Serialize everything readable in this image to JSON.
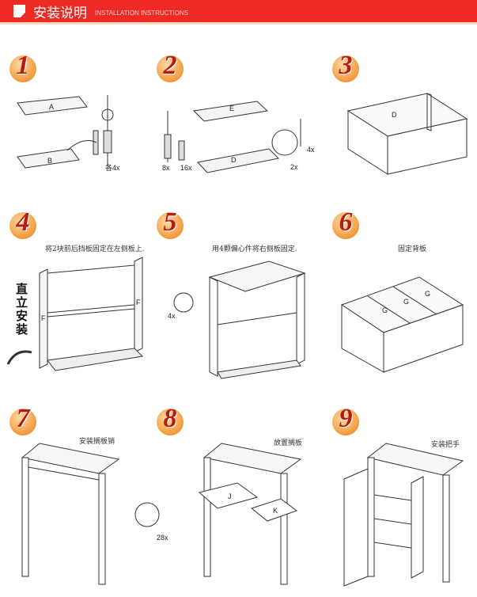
{
  "header": {
    "title": "安装说明",
    "subtitle": "INSTALLATION INSTRUCTIONS"
  },
  "steps": [
    {
      "number": "1",
      "caption": "",
      "labels": [
        "A",
        "B",
        "各4x"
      ]
    },
    {
      "number": "2",
      "caption": "",
      "labels": [
        "E",
        "D",
        "8x",
        "16x",
        "2x",
        "4x"
      ]
    },
    {
      "number": "3",
      "caption": "",
      "labels": [
        "D"
      ]
    },
    {
      "number": "4",
      "caption": "将2块前后挡板固定在左侧板上.",
      "labels": [
        "F",
        "F"
      ],
      "side_text": "直立安装"
    },
    {
      "number": "5",
      "caption": "用4颗偏心件将右侧板固定.",
      "labels": [
        "4x"
      ]
    },
    {
      "number": "6",
      "caption": "固定背板",
      "labels": [
        "G",
        "G",
        "G"
      ]
    },
    {
      "number": "7",
      "caption": "安装搁板销",
      "labels": [
        "28x"
      ]
    },
    {
      "number": "8",
      "caption": "放置搁板",
      "labels": [
        "J",
        "K"
      ]
    },
    {
      "number": "9",
      "caption": "安装把手",
      "labels": []
    }
  ],
  "colors": {
    "header": "#ee2a24",
    "badge": "#f39a3b",
    "number": "#b41d12"
  }
}
